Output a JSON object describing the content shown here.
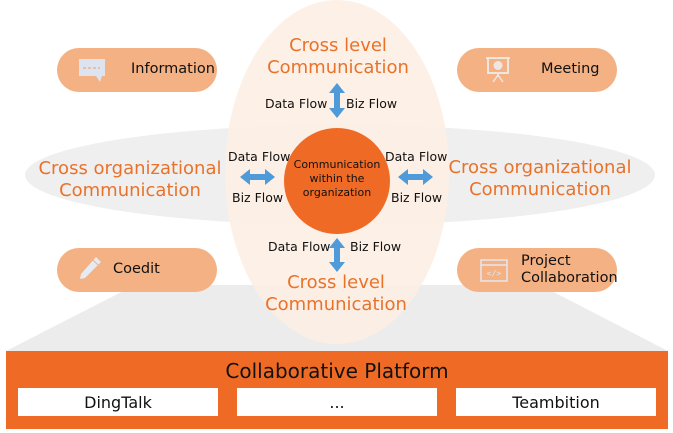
{
  "colors": {
    "accent_orange": "#ef6b25",
    "pill_fill": "#f4b183",
    "title_orange": "#e9722b",
    "arrow_blue": "#4f9ad8",
    "ellipse_vertical": "#fdeee3",
    "ellipse_horizontal": "#efefef",
    "trapezoid_gray": "#ececec"
  },
  "center": {
    "lines": [
      "Communication",
      "within the",
      "organization"
    ]
  },
  "cross_level_top": {
    "line1": "Cross level",
    "line2": "Communication"
  },
  "cross_level_bottom": {
    "line1": "Cross level",
    "line2": "Communication"
  },
  "cross_org_left": {
    "line1": "Cross organizational",
    "line2": "Communication"
  },
  "cross_org_right": {
    "line1": "Cross organizational",
    "line2": "Communication"
  },
  "flows": {
    "top": {
      "data": "Data Flow",
      "biz": "Biz Flow"
    },
    "bottom": {
      "data": "Data Flow",
      "biz": "Biz Flow"
    },
    "left": {
      "data": "Data Flow",
      "biz": "Biz Flow"
    },
    "right": {
      "data": "Data Flow",
      "biz": "Biz Flow"
    }
  },
  "pills": {
    "information": {
      "label": "Information",
      "icon": "chat-message-icon"
    },
    "meeting": {
      "label": "Meeting",
      "icon": "presentation-board-icon"
    },
    "coedit": {
      "label": "Coedit",
      "icon": "pencil-icon"
    },
    "project": {
      "line1": "Project",
      "line2": "Collaboration",
      "icon": "code-window-icon"
    }
  },
  "platform": {
    "title": "Collaborative Platform",
    "tools": [
      "DingTalk",
      "...",
      "Teambition"
    ]
  }
}
